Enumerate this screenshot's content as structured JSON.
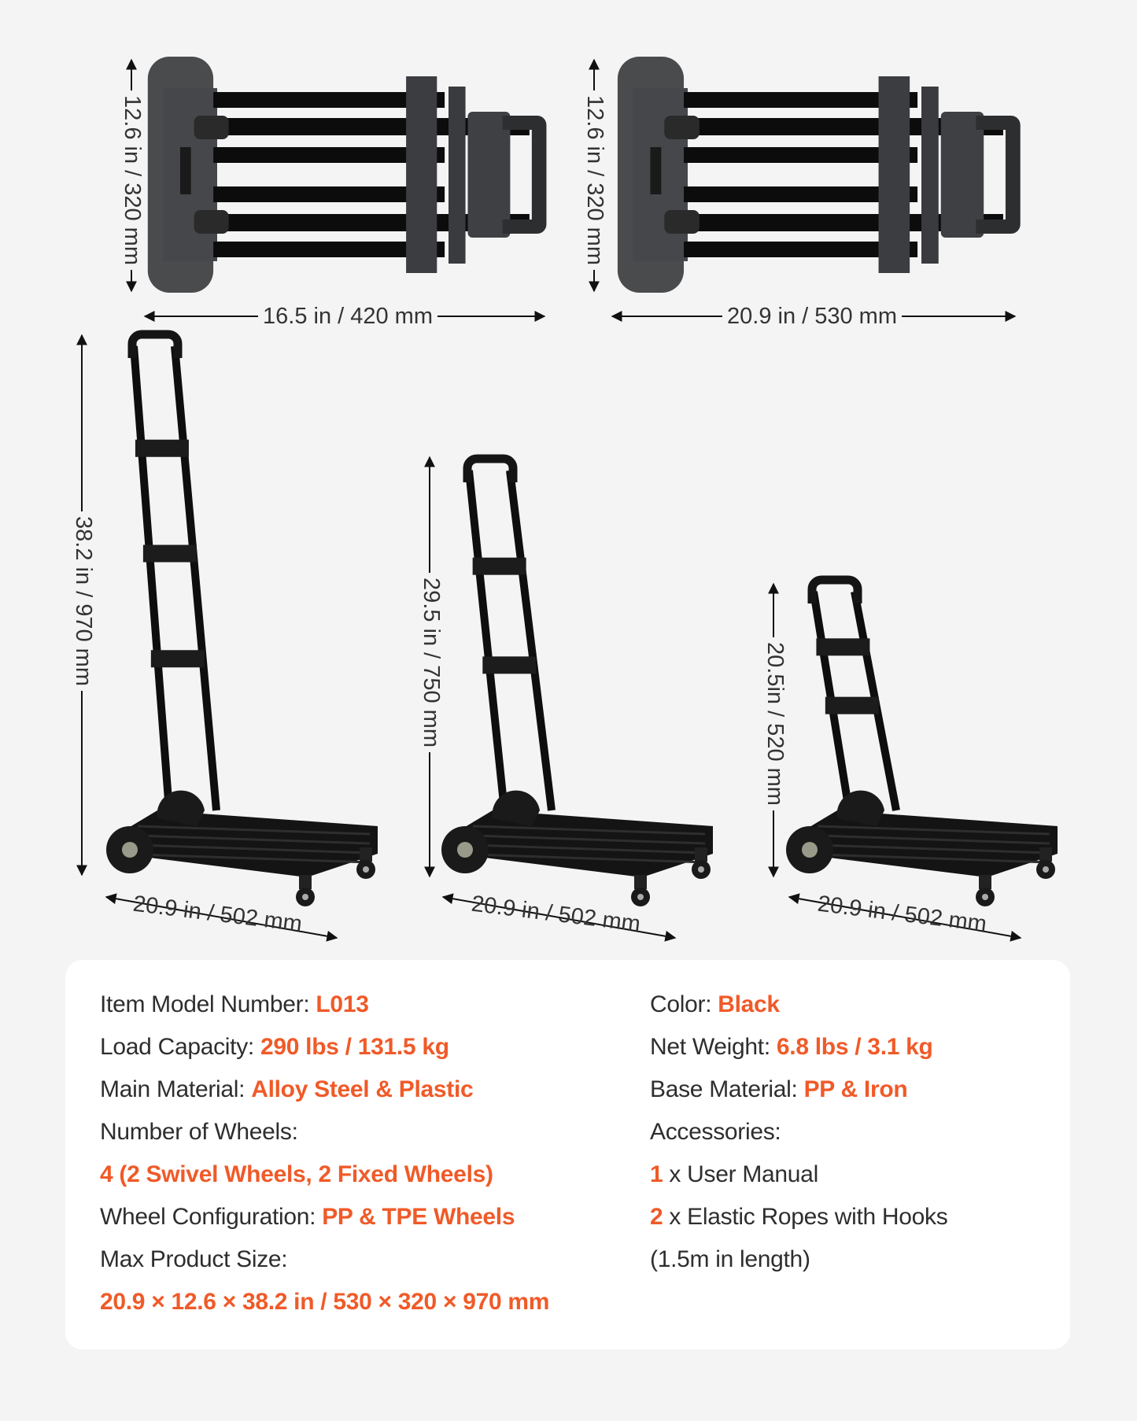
{
  "dimensions": {
    "folded_height": "12.6 in / 320 mm",
    "folded_length_short": "16.5 in / 420 mm",
    "folded_length_long": "20.9 in / 530 mm",
    "height_max": "38.2 in / 970 mm",
    "height_mid": "29.5 in / 750 mm",
    "height_min": "20.5in / 520 mm",
    "base_depth": "20.9 in / 502 mm"
  },
  "specs": {
    "left": [
      {
        "label": "Item Model Number: ",
        "value": "L013"
      },
      {
        "label": "Load Capacity: ",
        "value": "290 lbs / 131.5 kg"
      },
      {
        "label": "Main Material: ",
        "value": "Alloy Steel & Plastic"
      },
      {
        "label": "Number of Wheels:",
        "value": ""
      },
      {
        "label": "",
        "value": "4 (2 Swivel Wheels, 2 Fixed Wheels)"
      },
      {
        "label": "Wheel Configuration: ",
        "value": "PP & TPE Wheels"
      },
      {
        "label": "Max Product Size:",
        "value": ""
      },
      {
        "label": "",
        "value": "20.9 × 12.6 × 38.2 in / 530 × 320 × 970 mm"
      }
    ],
    "right": [
      {
        "label": "Color: ",
        "value": "Black"
      },
      {
        "label": "Net Weight: ",
        "value": "6.8 lbs / 3.1 kg"
      },
      {
        "label": "Base Material: ",
        "value": "PP & Iron"
      },
      {
        "label": "Accessories:",
        "value": ""
      },
      {
        "value": "1",
        "label": " x User Manual"
      },
      {
        "value": "2",
        "label": " x Elastic Ropes with Hooks"
      },
      {
        "label": "(1.5m in length)",
        "value": ""
      }
    ]
  },
  "colors": {
    "accent": "#f05a28",
    "background": "#f4f4f4",
    "card": "#ffffff"
  }
}
